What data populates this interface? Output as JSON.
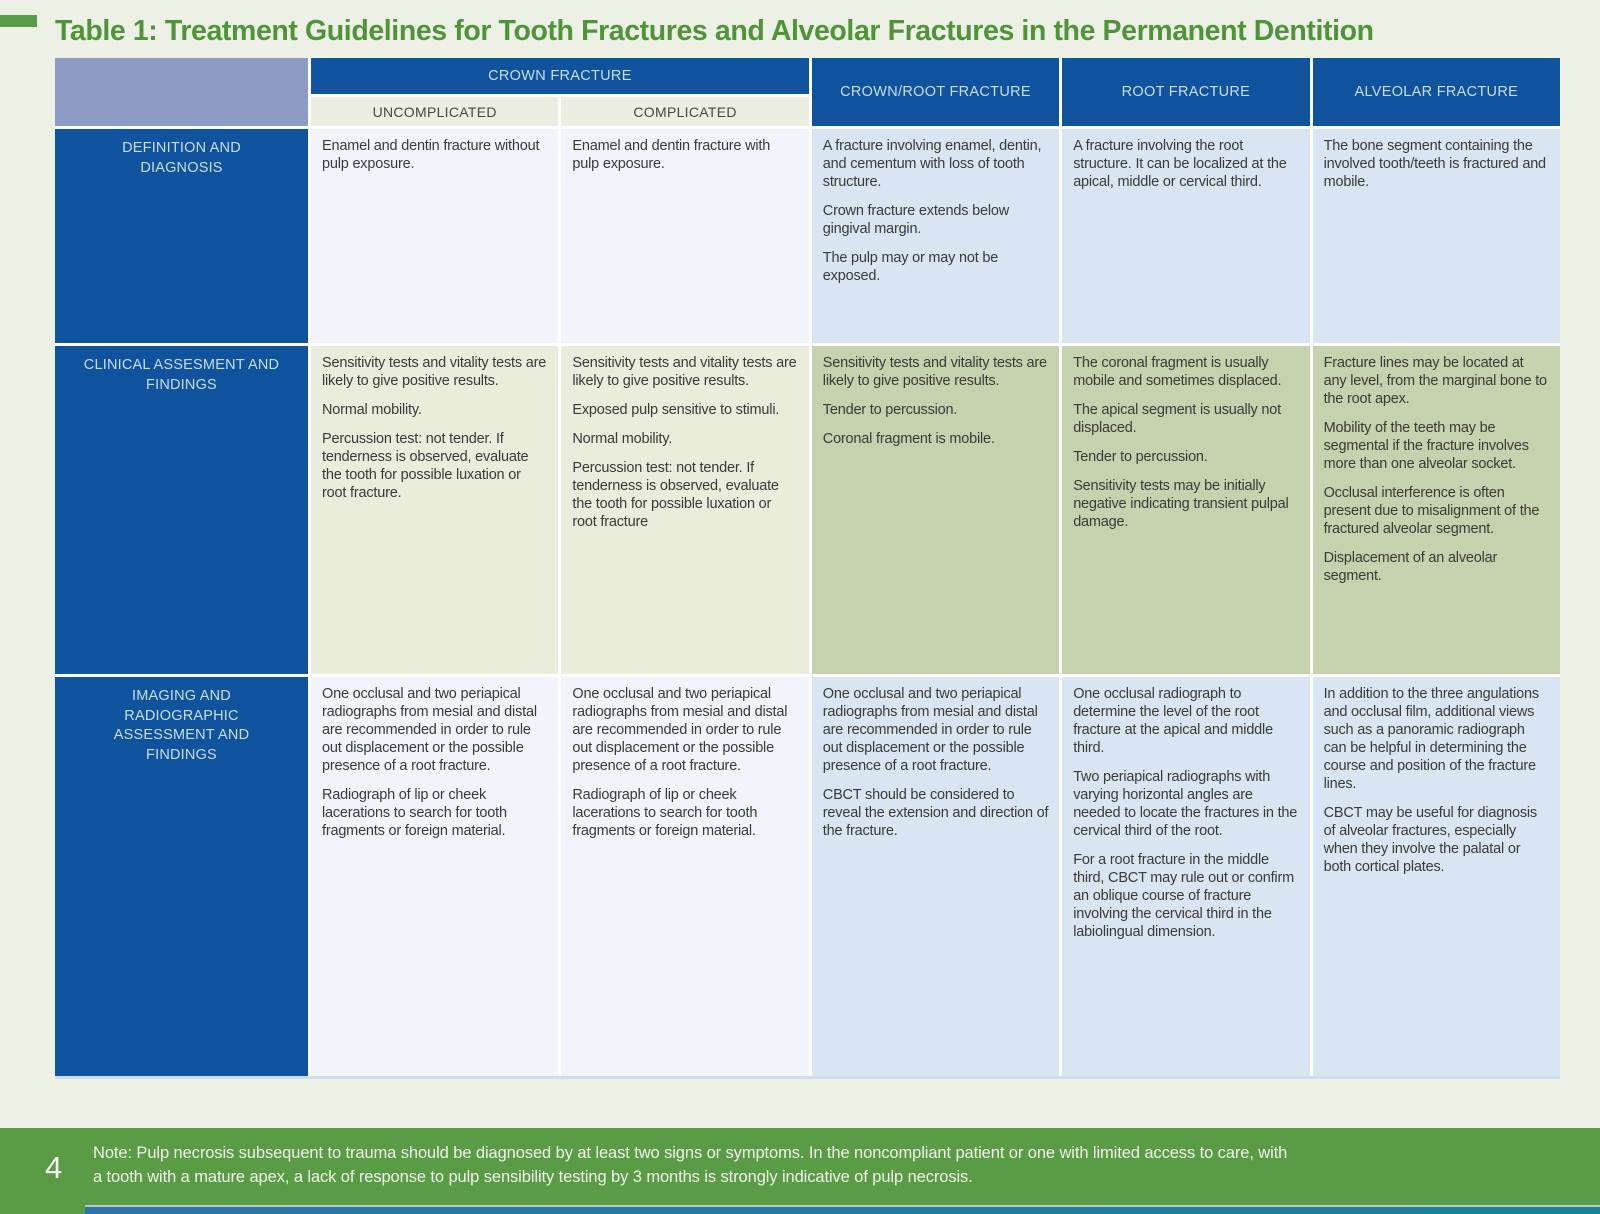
{
  "colors": {
    "title_green": "#4f9439",
    "header_blue": "#0f529e",
    "purple": "#8d9bc7",
    "footer_green": "#5a9b45",
    "row_blue": "#d9e5f2",
    "row_blue_light": "#f1f5f9",
    "row_green": "#c5d2ae",
    "row_green_light": "#eaecdc"
  },
  "page": {
    "title": "Table 1: Treatment Guidelines for Tooth Fractures and Alveolar Fractures in the Permanent Dentition",
    "page_number": "4",
    "note": "Note: Pulp necrosis subsequent to trauma should be diagnosed by at least two signs or symptoms. In the noncompliant patient or one with limited access to care, with a tooth with a mature apex, a lack of response to pulp sensibility testing by 3 months is strongly indicative of pulp necrosis."
  },
  "table": {
    "column_headers": {
      "crown": "CROWN FRACTURE",
      "uncomplicated": "UNCOMPLICATED",
      "complicated": "COMPLICATED",
      "crown_root": "CROWN/ROOT FRACTURE",
      "root": "ROOT FRACTURE",
      "alveolar": "ALVEOLAR FRACTURE"
    },
    "rows": [
      {
        "label": "DEFINITION AND DIAGNOSIS",
        "cells": [
          [
            "Enamel and dentin fracture without pulp exposure."
          ],
          [
            "Enamel and dentin fracture with pulp exposure."
          ],
          [
            "A fracture involving enamel, dentin, and cementum with loss of tooth structure.",
            "Crown fracture extends below gingival margin.",
            "The pulp may or may not be exposed."
          ],
          [
            "A fracture involving the root structure. It can be localized at the apical, middle or cervical third."
          ],
          [
            "The bone segment containing the involved tooth/teeth is fractured and mobile."
          ]
        ]
      },
      {
        "label": "CLINICAL ASSESMENT AND FINDINGS",
        "cells": [
          [
            "Sensitivity tests and vitality tests are likely to give positive results.",
            "Normal mobility.",
            "Percussion test: not tender. If tenderness is observed, evaluate the tooth for possible luxation or root fracture."
          ],
          [
            "Sensitivity tests and vitality tests are likely to give positive results.",
            "Exposed pulp sensitive to stimuli.",
            "Normal mobility.",
            "Percussion test: not tender. If tenderness is observed, evaluate the tooth for possible luxation or root fracture"
          ],
          [
            "Sensitivity tests and vitality tests are likely to give positive results.",
            "Tender to percussion.",
            "Coronal fragment is mobile."
          ],
          [
            "The coronal fragment is usually mobile and sometimes displaced.",
            "The apical segment is usually not displaced.",
            "Tender to percussion.",
            "Sensitivity tests may be initially negative indicating transient pulpal damage."
          ],
          [
            "Fracture lines may be located at any level, from the marginal bone to the root apex.",
            "Mobility of the teeth may be segmental if the fracture involves more than one alveolar socket.",
            "Occlusal interference is often present due to misalignment of the fractured alveolar segment.",
            "Displacement of an alveolar segment."
          ]
        ]
      },
      {
        "label": "IMAGING AND RADIOGRAPHIC ASSESSMENT AND FINDINGS",
        "cells": [
          [
            "One occlusal and two periapical radiographs from mesial and distal are recommended in order to rule out displacement or the possible presence of a root fracture.",
            "Radiograph of lip or cheek lacerations to search for tooth fragments or foreign material."
          ],
          [
            "One occlusal and two periapical radiographs from mesial and distal are recommended in order to rule out displacement or the possible presence of a root fracture.",
            "Radiograph of lip or cheek lacerations to search for tooth fragments or foreign material."
          ],
          [
            "One occlusal and two periapical radiographs from mesial and distal are recommended in order to rule out displacement or the possible presence of a root fracture.",
            "CBCT should be considered to reveal the extension and direction of the fracture."
          ],
          [
            "One occlusal radiograph to determine the level of the root fracture at the apical and middle third.",
            "Two periapical radiographs with varying horizontal angles are needed to locate the fractures in the cervical third of the root.",
            "For a root fracture in the middle third, CBCT may rule out or confirm an oblique course of fracture involving the cervical third in the labiolingual dimension."
          ],
          [
            "In addition to the three angulations and occlusal film, additional views such as a panoramic radiograph can be helpful in determining the course and position of the fracture lines.",
            "CBCT may be useful for diagnosis of alveolar fractures, especially when they involve the palatal or both cortical plates."
          ]
        ]
      }
    ]
  }
}
